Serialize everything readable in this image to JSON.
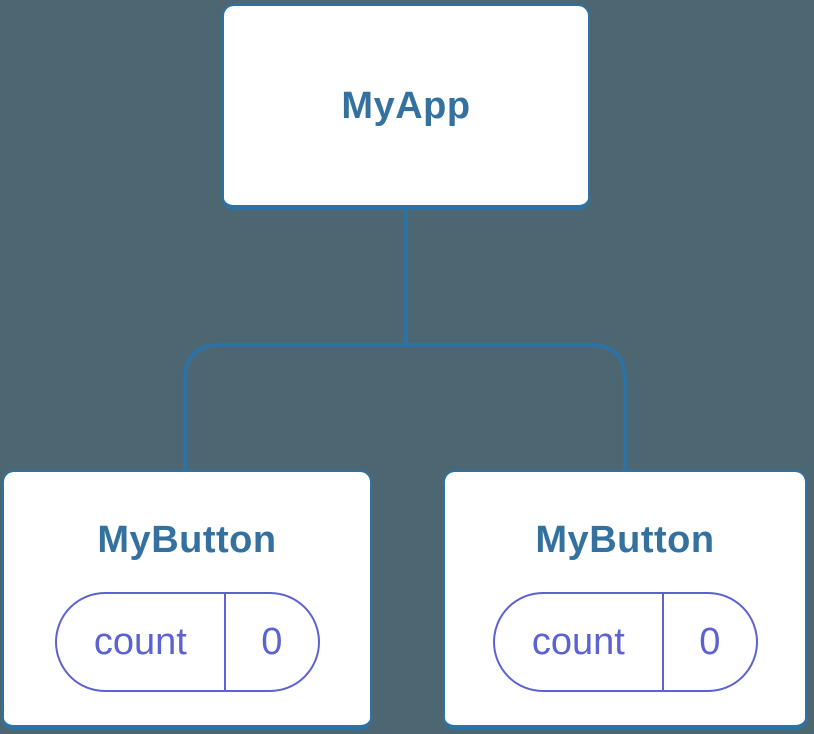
{
  "diagram": {
    "root": {
      "label": "MyApp"
    },
    "children": [
      {
        "label": "MyButton",
        "state": {
          "name": "count",
          "value": "0"
        }
      },
      {
        "label": "MyButton",
        "state": {
          "name": "count",
          "value": "0"
        }
      }
    ]
  },
  "colors": {
    "bg": "#4c6771",
    "card": "#ffffff",
    "line": "#2e72a3",
    "text-blue": "#35719f",
    "purple": "#5c62d0"
  }
}
